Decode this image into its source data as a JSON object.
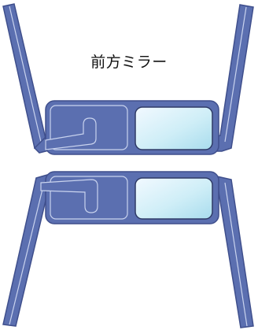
{
  "diagram": {
    "label": "前方ミラー",
    "colors": {
      "frame_fill": "#5b6fb0",
      "frame_stroke": "#3f4f8c",
      "highlight_line": "#c9d3ee",
      "glass_light": "#f2f9ff",
      "glass_dark": "#a8dced",
      "glass_stroke": "#2f3a66",
      "background": "#ffffff"
    },
    "units": [
      {
        "name": "upper-mirror",
        "position": "top"
      },
      {
        "name": "lower-mirror",
        "position": "bottom"
      }
    ]
  }
}
